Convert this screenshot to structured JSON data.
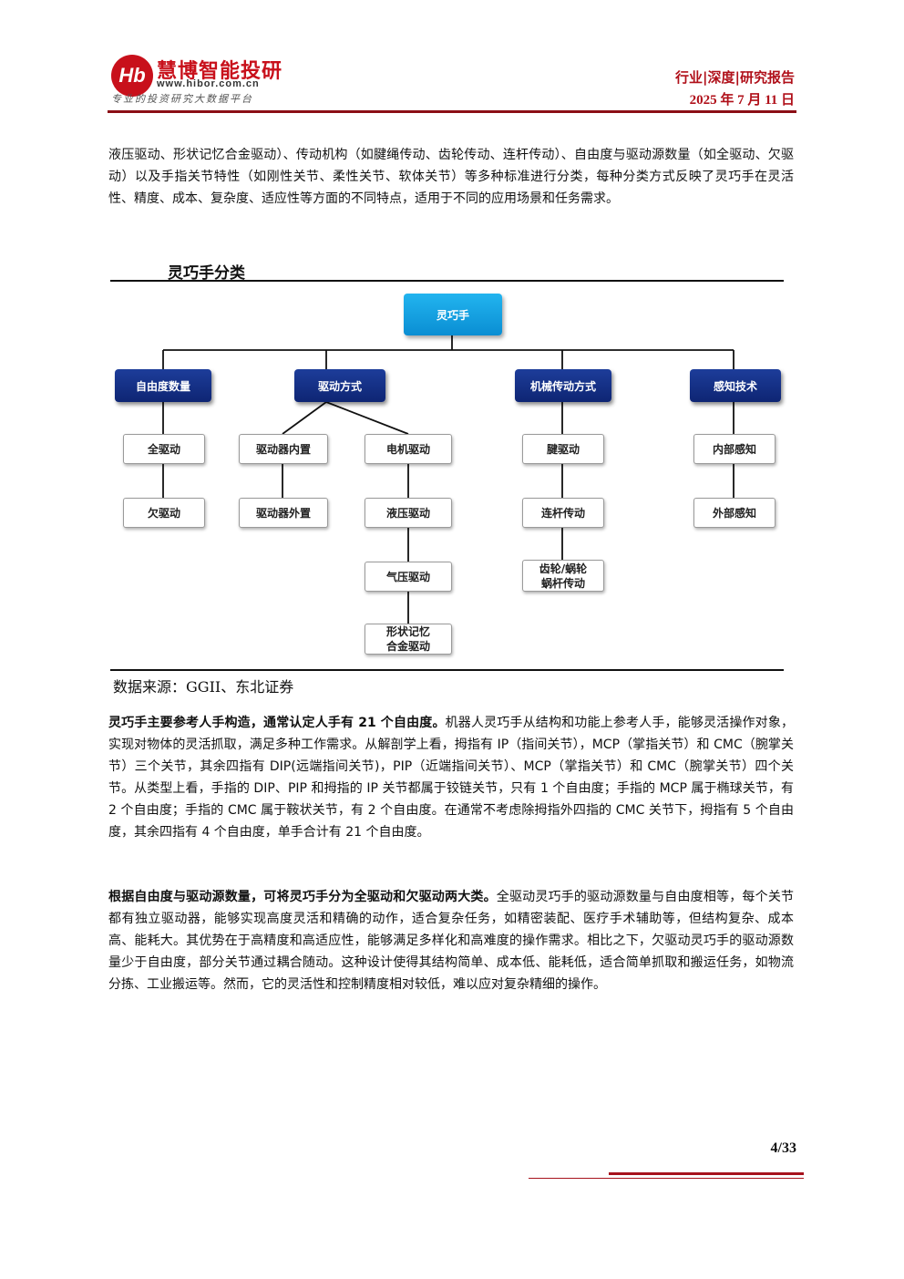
{
  "header": {
    "logo_text": "Hb",
    "brand_name": "慧博智能投研",
    "brand_url": "www.hibor.com.cn",
    "brand_slogan": "专业的投资研究大数据平台",
    "report_type": "行业|深度|研究报告",
    "report_date": "2025 年 7 月 11 日"
  },
  "intro_paragraph": "液压驱动、形状记忆合金驱动）、传动机构（如腱绳传动、齿轮传动、连杆传动）、自由度与驱动源数量（如全驱动、欠驱动）以及手指关节特性（如刚性关节、柔性关节、软体关节）等多种标准进行分类，每种分类方式反映了灵巧手在灵活性、精度、成本、复杂度、适应性等方面的不同特点，适用于不同的应用场景和任务需求。",
  "figure": {
    "title": "灵巧手分类",
    "root": "灵巧手",
    "categories": [
      "自由度数量",
      "驱动方式",
      "机械传动方式",
      "感知技术"
    ],
    "leaves": {
      "dof": [
        "全驱动",
        "欠驱动"
      ],
      "drive_internal": [
        "驱动器内置",
        "驱动器外置"
      ],
      "drive_motor": [
        "电机驱动",
        "液压驱动",
        "气压驱动",
        "形状记忆\n合金驱动"
      ],
      "mech": [
        "腱驱动",
        "连杆传动",
        "齿轮/蜗轮\n蜗杆传动"
      ],
      "sense": [
        "内部感知",
        "外部感知"
      ]
    },
    "source": "数据来源：GGII、东北证券"
  },
  "paragraph2": {
    "lead": "灵巧手主要参考人手构造，通常认定人手有 21 个自由度。",
    "body": "机器人灵巧手从结构和功能上参考人手，能够灵活操作对象，实现对物体的灵活抓取，满足多种工作需求。从解剖学上看，拇指有 IP（指间关节），MCP（掌指关节）和 CMC（腕掌关节）三个关节，其余四指有 DIP(远端指间关节)，PIP（近端指间关节）、MCP（掌指关节）和 CMC（腕掌关节）四个关节。从类型上看，手指的 DIP、PIP 和拇指的 IP 关节都属于铰链关节，只有 1 个自由度；手指的 MCP 属于椭球关节，有 2 个自由度；手指的 CMC 属于鞍状关节，有 2 个自由度。在通常不考虑除拇指外四指的 CMC 关节下，拇指有 5 个自由度，其余四指有 4 个自由度，单手合计有 21 个自由度。"
  },
  "paragraph3": {
    "lead": "根据自由度与驱动源数量，可将灵巧手分为全驱动和欠驱动两大类。",
    "body": "全驱动灵巧手的驱动源数量与自由度相等，每个关节都有独立驱动器，能够实现高度灵活和精确的动作，适合复杂任务，如精密装配、医疗手术辅助等，但结构复杂、成本高、能耗大。其优势在于高精度和高适应性，能够满足多样化和高难度的操作需求。相比之下，欠驱动灵巧手的驱动源数量少于自由度，部分关节通过耦合随动。这种设计使得其结构简单、成本低、能耗低，适合简单抓取和搬运任务，如物流分拣、工业搬运等。然而，它的灵活性和控制精度相对较低，难以应对复杂精细的操作。"
  },
  "footer": {
    "page_number": "4/33"
  },
  "colors": {
    "brand_red": "#c8101b",
    "root_box": "#12a0e2",
    "category_box": "#16307f"
  }
}
